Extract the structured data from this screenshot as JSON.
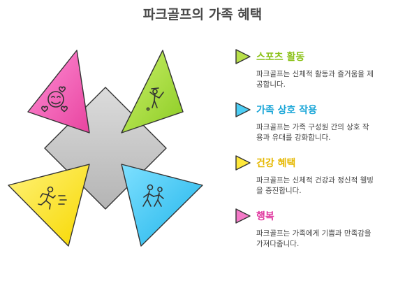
{
  "title": "파크골프의 가족 혜택",
  "colors": {
    "green": "#a6e24a",
    "blue": "#2fc6f2",
    "yellow": "#ffe83a",
    "pink": "#f25cbc",
    "center": "#c4c4c4",
    "title": "#4a4a4a"
  },
  "items": [
    {
      "title": "스포츠 활동",
      "color": "#8cc21a",
      "icon": "golfer-icon",
      "desc_lines": [
        "파크골프는 신체적 활동과 즐거움을 제",
        "공합니다."
      ]
    },
    {
      "title": "가족 상호 작용",
      "color": "#1aa6d8",
      "icon": "family-walking-icon",
      "desc_lines": [
        "파크골프는 가족 구성원 간의 상호 작",
        "용과 유대를 강화합니다."
      ]
    },
    {
      "title": "건강 혜택",
      "color": "#e6b800",
      "icon": "running-person-icon",
      "desc_lines": [
        "파크골프는 신체적 건강과 정신적 웰빙",
        "을 증진합니다."
      ]
    },
    {
      "title": "행복",
      "color": "#e0379f",
      "icon": "happy-face-hearts-icon",
      "desc_lines": [
        "파크골프는 가족에게 기쁨과 만족감을",
        "가져다줍니다."
      ]
    }
  ]
}
